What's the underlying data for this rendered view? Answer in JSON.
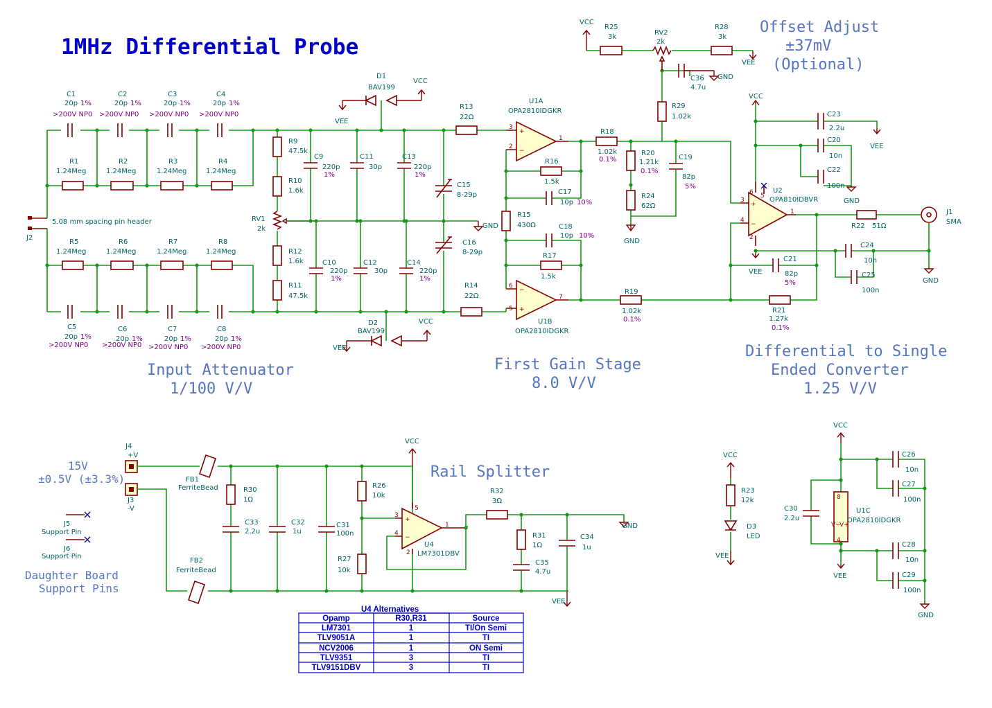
{
  "title": "1MHz Differential Probe",
  "notes": {
    "offset_adjust": [
      "Offset Adjust",
      "±37mV",
      "(Optional)"
    ],
    "input_attenuator": [
      "Input Attenuator",
      "1/100 V/V"
    ],
    "first_gain": [
      "First Gain Stage",
      "8.0 V/V"
    ],
    "diff_converter": [
      "Differential to Single",
      "Ended Converter",
      "1.25 V/V"
    ],
    "rail_splitter": "Rail Splitter",
    "supply": [
      "15V",
      "±0.5V (±3.3%)"
    ],
    "daughter": [
      "Daughter Board",
      "Support Pins"
    ],
    "header_note": "5.08 mm spacing pin header"
  },
  "components": {
    "C1": {
      "ref": "C1",
      "val": "20p",
      "tol": "1%",
      "volt": ">200V NP0"
    },
    "C2": {
      "ref": "C2",
      "val": "20p",
      "tol": "1%",
      "volt": ">200V NP0"
    },
    "C3": {
      "ref": "C3",
      "val": "20p",
      "tol": "1%",
      "volt": ">200V NP0"
    },
    "C4": {
      "ref": "C4",
      "val": "20p",
      "tol": "1%",
      "volt": ">200V NP0"
    },
    "C5": {
      "ref": "C5",
      "val": "20p",
      "tol": "1%",
      "volt": ">200V NP0"
    },
    "C6": {
      "ref": "C6",
      "val": "20p",
      "tol": "1%",
      "volt": ">200V NP0"
    },
    "C7": {
      "ref": "C7",
      "val": "20p",
      "tol": "1%",
      "volt": ">200V NP0"
    },
    "C8": {
      "ref": "C8",
      "val": "20p",
      "tol": "1%",
      "volt": ">200V NP0"
    },
    "R1": {
      "ref": "R1",
      "val": "1.24Meg"
    },
    "R2": {
      "ref": "R2",
      "val": "1.24Meg"
    },
    "R3": {
      "ref": "R3",
      "val": "1.24Meg"
    },
    "R4": {
      "ref": "R4",
      "val": "1.24Meg"
    },
    "R5": {
      "ref": "R5",
      "val": "1.24Meg"
    },
    "R6": {
      "ref": "R6",
      "val": "1.24Meg"
    },
    "R7": {
      "ref": "R7",
      "val": "1.24Meg"
    },
    "R8": {
      "ref": "R8",
      "val": "1.24Meg"
    },
    "R9": {
      "ref": "R9",
      "val": "47.5k"
    },
    "R10": {
      "ref": "R10",
      "val": "1.6k"
    },
    "RV1": {
      "ref": "RV1",
      "val": "2k"
    },
    "R12": {
      "ref": "R12",
      "val": "1.6k"
    },
    "R11": {
      "ref": "R11",
      "val": "47.5k"
    },
    "C9": {
      "ref": "C9",
      "val": "220p",
      "tol": "1%"
    },
    "C11": {
      "ref": "C11",
      "val": "30p"
    },
    "C13": {
      "ref": "C13",
      "val": "220p",
      "tol": "1%"
    },
    "C10": {
      "ref": "C10",
      "val": "220p",
      "tol": "1%"
    },
    "C12": {
      "ref": "C12",
      "val": "30p"
    },
    "C14": {
      "ref": "C14",
      "val": "220p",
      "tol": "1%"
    },
    "C15": {
      "ref": "C15",
      "val": "8-29p"
    },
    "C16": {
      "ref": "C16",
      "val": "8-29p"
    },
    "D1": {
      "ref": "D1",
      "val": "BAV199"
    },
    "D2": {
      "ref": "D2",
      "val": "BAV199"
    },
    "R13": {
      "ref": "R13",
      "val": "22Ω"
    },
    "R14": {
      "ref": "R14",
      "val": "22Ω"
    },
    "U1A": {
      "ref": "U1A",
      "val": "OPA2810IDGKR"
    },
    "U1B": {
      "ref": "U1B",
      "val": "OPA2810IDGKR"
    },
    "U1C": {
      "ref": "U1C",
      "val": "OPA2810IDGKR"
    },
    "R16": {
      "ref": "R16",
      "val": "1.5k"
    },
    "C17": {
      "ref": "C17",
      "val": "10p",
      "tol": "10%"
    },
    "R15": {
      "ref": "R15",
      "val": "430Ω"
    },
    "C18": {
      "ref": "C18",
      "val": "10p",
      "tol": "10%"
    },
    "R17": {
      "ref": "R17",
      "val": "1.5k"
    },
    "R18": {
      "ref": "R18",
      "val": "1.02k",
      "tol": "0.1%"
    },
    "R19": {
      "ref": "R19",
      "val": "1.02k",
      "tol": "0.1%"
    },
    "R20": {
      "ref": "R20",
      "val": "1.21k",
      "tol": "0.1%"
    },
    "R24": {
      "ref": "R24",
      "val": "62Ω"
    },
    "C19": {
      "ref": "C19",
      "val": "82p",
      "tol": "5%"
    },
    "R21": {
      "ref": "R21",
      "val": "1.27k",
      "tol": "0.1%"
    },
    "C21": {
      "ref": "C21",
      "val": "82p",
      "tol": "5%"
    },
    "R25": {
      "ref": "R25",
      "val": "3k"
    },
    "RV2": {
      "ref": "RV2",
      "val": "2k"
    },
    "R28": {
      "ref": "R28",
      "val": "3k"
    },
    "C36": {
      "ref": "C36",
      "val": "4.7u"
    },
    "R29": {
      "ref": "R29",
      "val": "1.02k"
    },
    "U2": {
      "ref": "U2",
      "val": "OPA810IDBVR"
    },
    "C23": {
      "ref": "C23",
      "val": "2.2u"
    },
    "C20": {
      "ref": "C20",
      "val": "10n"
    },
    "C22": {
      "ref": "C22",
      "val": "100n"
    },
    "R22": {
      "ref": "R22",
      "val": "51Ω"
    },
    "J1": {
      "ref": "J1",
      "val": "SMA"
    },
    "C24": {
      "ref": "C24",
      "val": "10n"
    },
    "C25": {
      "ref": "C25",
      "val": "100n"
    },
    "J2": {
      "ref": "J2"
    },
    "J3": {
      "ref": "J3",
      "val": "-V"
    },
    "J4": {
      "ref": "J4",
      "val": "+V"
    },
    "J5": {
      "ref": "J5",
      "val": "Support Pin"
    },
    "J6": {
      "ref": "J6",
      "val": "Support Pin"
    },
    "FB1": {
      "ref": "FB1",
      "val": "FerriteBead"
    },
    "FB2": {
      "ref": "FB2",
      "val": "FerriteBead"
    },
    "R30": {
      "ref": "R30",
      "val": "1Ω"
    },
    "C33": {
      "ref": "C33",
      "val": "2.2u"
    },
    "C32": {
      "ref": "C32",
      "val": "1u"
    },
    "C31": {
      "ref": "C31",
      "val": "100n"
    },
    "R26": {
      "ref": "R26",
      "val": "10k"
    },
    "R27": {
      "ref": "R27",
      "val": "10k"
    },
    "U4": {
      "ref": "U4",
      "val": "LM7301DBV"
    },
    "R32": {
      "ref": "R32",
      "val": "3Ω"
    },
    "R31": {
      "ref": "R31",
      "val": "1Ω"
    },
    "C35": {
      "ref": "C35",
      "val": "4.7u"
    },
    "C34": {
      "ref": "C34",
      "val": "1u"
    },
    "R23": {
      "ref": "R23",
      "val": "12k"
    },
    "D3": {
      "ref": "D3",
      "val": "LED"
    },
    "C30": {
      "ref": "C30",
      "val": "2.2u"
    },
    "C26": {
      "ref": "C26",
      "val": "10n"
    },
    "C27": {
      "ref": "C27",
      "val": "100n"
    },
    "C28": {
      "ref": "C28",
      "val": "10n"
    },
    "C29": {
      "ref": "C29",
      "val": "100n"
    }
  },
  "power": {
    "vcc": "VCC",
    "vee": "VEE",
    "gnd": "GND"
  },
  "alt_table": {
    "title": "U4 Alternatives",
    "headers": [
      "Opamp",
      "R30,R31",
      "Source"
    ],
    "rows": [
      [
        "LM7301",
        "1",
        "TI/On Semi"
      ],
      [
        "TLV9051A",
        "1",
        "TI"
      ],
      [
        "NCV2006",
        "1",
        "ON Semi"
      ],
      [
        "TLV9351",
        "3",
        "TI"
      ],
      [
        "TLV9151DBV",
        "3",
        "TI"
      ]
    ]
  }
}
